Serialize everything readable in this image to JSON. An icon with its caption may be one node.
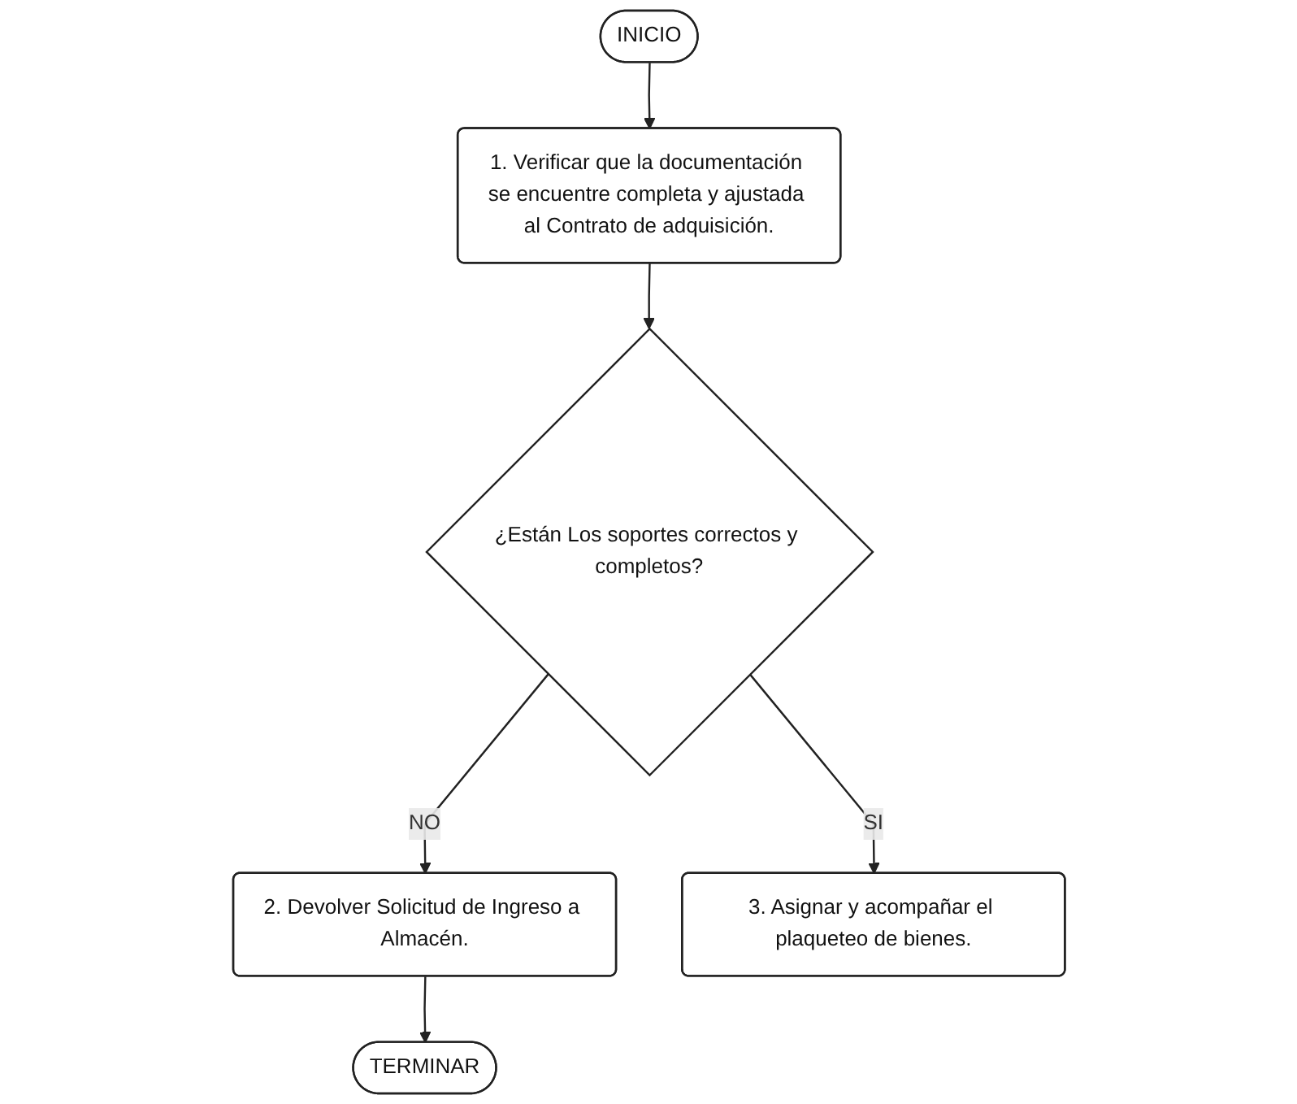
{
  "diagram": {
    "nodes": [
      {
        "text": [
          "INICIO"
        ]
      },
      {
        "text": [
          "1. Verificar que la documentación se encuentre completa y ajustada al Contrato de adquisición."
        ]
      },
      {
        "text": [
          "¿Están Los soportes correctos y completos?"
        ]
      },
      {
        "text": [
          "2. Devolver Solicitud de Ingreso a Almacén."
        ]
      },
      {
        "text": [
          "3. Asignar y acompañar el plaqueteo de bienes."
        ]
      },
      {
        "text": [
          "TERMINAR"
        ]
      }
    ],
    "edges": [
      {
        "from": 0,
        "to": 1,
        "arrow": "to"
      },
      {
        "from": 1,
        "to": 2,
        "arrow": "to"
      },
      {
        "from": 2,
        "to": 3,
        "arrow": "to",
        "label": "NO"
      },
      {
        "from": 2,
        "to": 4,
        "arrow": "to",
        "label": "SI"
      },
      {
        "from": 3,
        "to": 5,
        "arrow": "to"
      }
    ]
  }
}
